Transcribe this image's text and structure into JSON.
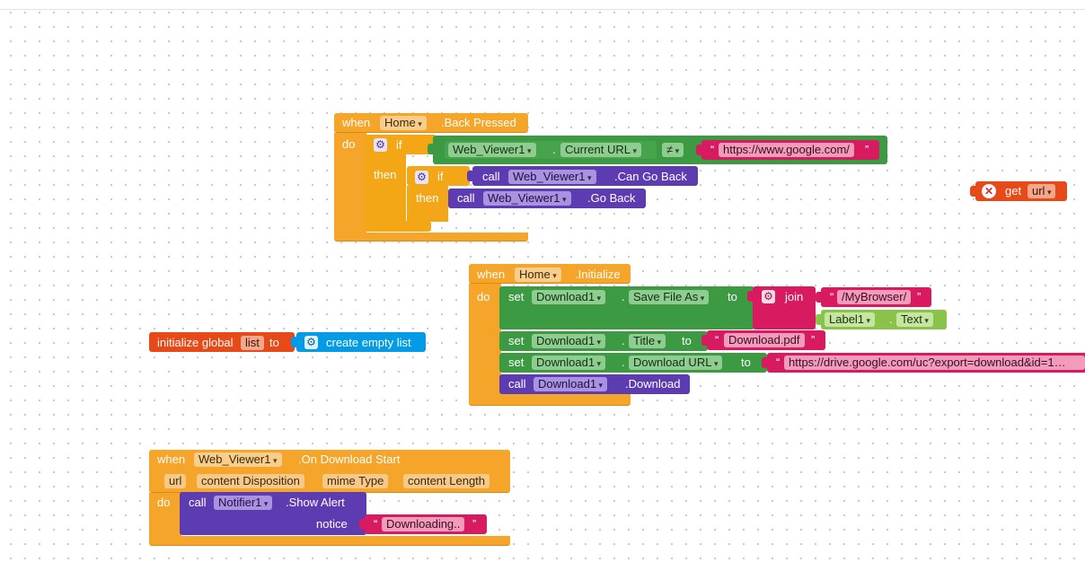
{
  "event_back": {
    "when": "when",
    "component": "Home",
    "event": ".Back Pressed",
    "do": "do",
    "if1": "if",
    "then1": "then",
    "web_viewer": "Web_Viewer1",
    "current_url": "Current URL",
    "neq": "≠",
    "google_url": "https://www.google.com/",
    "if2": "if",
    "then2": "then",
    "call1": "call",
    "can_go_back": ".Can Go Back",
    "call2": "call",
    "go_back": ".Go Back"
  },
  "get_url": {
    "get": "get",
    "var": "url"
  },
  "event_init": {
    "when": "when",
    "component": "Home",
    "event": ".Initialize",
    "do": "do",
    "set1": "set",
    "download": "Download1",
    "save_file_as": "Save File As",
    "to": "to",
    "join": "join",
    "mybrowser": "/MyBrowser/",
    "label": "Label1",
    "text": "Text",
    "set2": "set",
    "title": "Title",
    "pdf": "Download.pdf",
    "set3": "set",
    "download_url": "Download URL",
    "drive_url": "https://drive.google.com/uc?export=download&id=1…",
    "call": "call",
    "download_method": ".Download"
  },
  "global_init": {
    "label": "initialize global",
    "var": "list",
    "to": "to",
    "create": "create empty list"
  },
  "event_download": {
    "when": "when",
    "component": "Web_Viewer1",
    "event": ".On Download Start",
    "params": [
      "url",
      "content Disposition",
      "mime Type",
      "content Length"
    ],
    "do": "do",
    "call": "call",
    "notifier": "Notifier1",
    "show_alert": ".Show Alert",
    "notice": "notice",
    "message": "Downloading.."
  },
  "colors": {
    "event": "#f4a52a",
    "control": "#f3a717",
    "component_get": "#3c9a43",
    "component_set": "#3c9a43",
    "method": "#5d3bb0",
    "text": "#d81b60",
    "variable": "#e64a19",
    "list": "#039be5",
    "label_prop": "#8bc34a"
  }
}
